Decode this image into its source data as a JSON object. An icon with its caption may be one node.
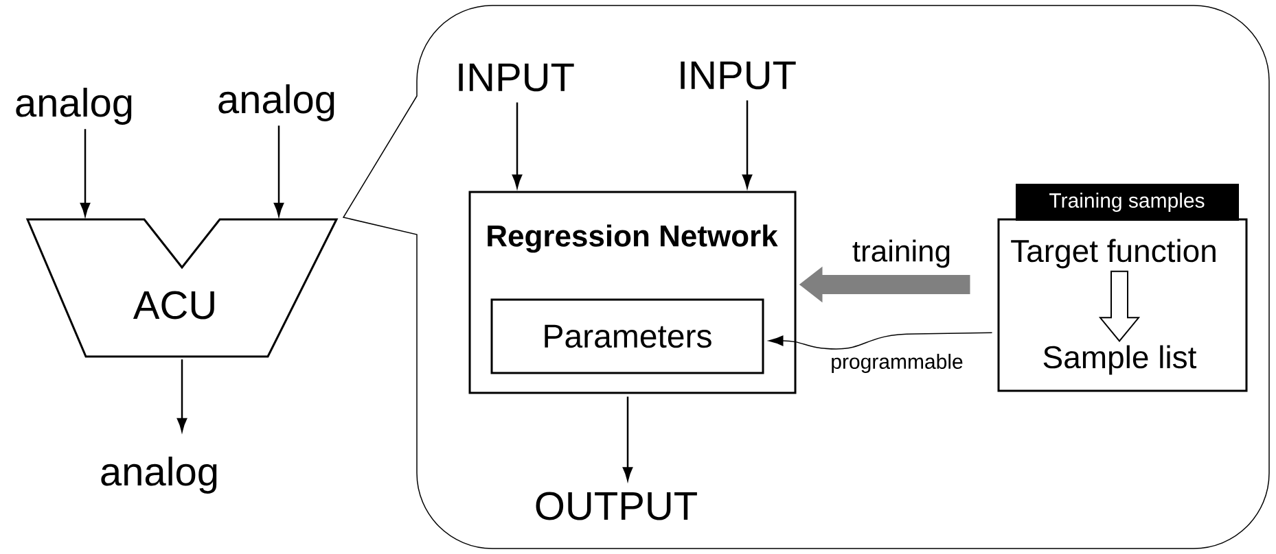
{
  "diagram": {
    "nodes": [
      {
        "text": [
          "analog"
        ]
      },
      {
        "text": [
          "analog"
        ]
      },
      {
        "text": [
          "ACU"
        ]
      },
      {
        "text": [
          "analog"
        ]
      },
      {
        "text": [],
        "shape": "callout"
      },
      {
        "text": [
          "INPUT"
        ],
        "in": 4
      },
      {
        "text": [
          "INPUT"
        ],
        "in": 4
      },
      {
        "text": [
          "Regression Network"
        ],
        "in": 4
      },
      {
        "text": [
          "Parameters"
        ],
        "in": 7
      },
      {
        "text": [
          "OUTPUT"
        ],
        "in": 4
      },
      {
        "text": [
          "Training samples"
        ],
        "in": 4
      },
      {
        "text": [
          "Target function"
        ],
        "in": 10
      },
      {
        "text": [
          "Sample list"
        ],
        "in": 10
      }
    ],
    "edges": [
      {
        "from": 0,
        "to": 2,
        "arrow": "to"
      },
      {
        "from": 1,
        "to": 2,
        "arrow": "to"
      },
      {
        "from": 2,
        "to": 3,
        "arrow": "to"
      },
      {
        "from": 5,
        "to": 7,
        "arrow": "to"
      },
      {
        "from": 6,
        "to": 7,
        "arrow": "to"
      },
      {
        "from": 7,
        "to": 9,
        "arrow": "to"
      },
      {
        "from": 10,
        "to": 7,
        "arrow": "to",
        "label": "training",
        "style": "thick",
        "color": "#808080"
      },
      {
        "from": 10,
        "to": 8,
        "arrow": "to",
        "label": "programmable"
      },
      {
        "from": 11,
        "to": 12,
        "arrow": "to"
      }
    ]
  }
}
